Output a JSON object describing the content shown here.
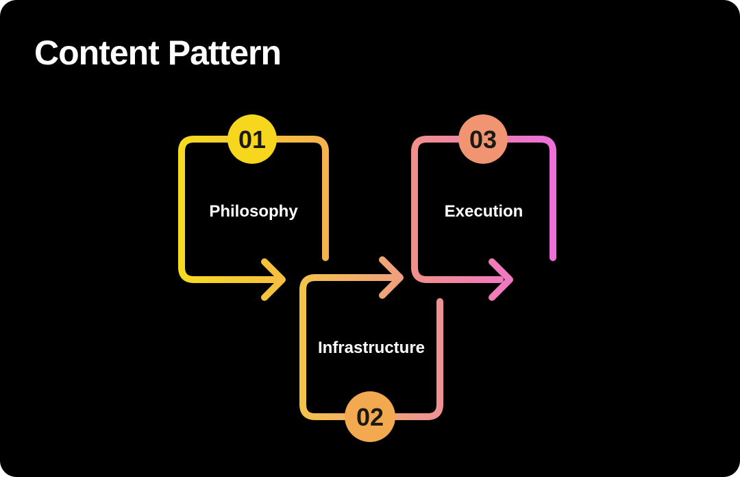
{
  "window": {
    "background_color": "#000000",
    "corner_radius": "24px"
  },
  "header": {
    "title": "Content Pattern",
    "title_color": "#FFFFFF"
  },
  "diagram": {
    "type": "flow-steps",
    "label_color": "#FFFFFF",
    "number_color": "#1A1A12",
    "steps": [
      {
        "number": "01",
        "label": "Philosophy",
        "badge_color": "#F6D71E",
        "line_gradient_from": "#F6DB21",
        "line_gradient_to": "#F5B14E"
      },
      {
        "number": "02",
        "label": "Infrastructure",
        "badge_color": "#F3A950",
        "line_gradient_from": "#F3C24C",
        "line_gradient_to": "#EE8F96"
      },
      {
        "number": "03",
        "label": "Execution",
        "badge_color": "#F09471",
        "line_gradient_from": "#F0908B",
        "line_gradient_to": "#EE6FD8"
      }
    ]
  }
}
